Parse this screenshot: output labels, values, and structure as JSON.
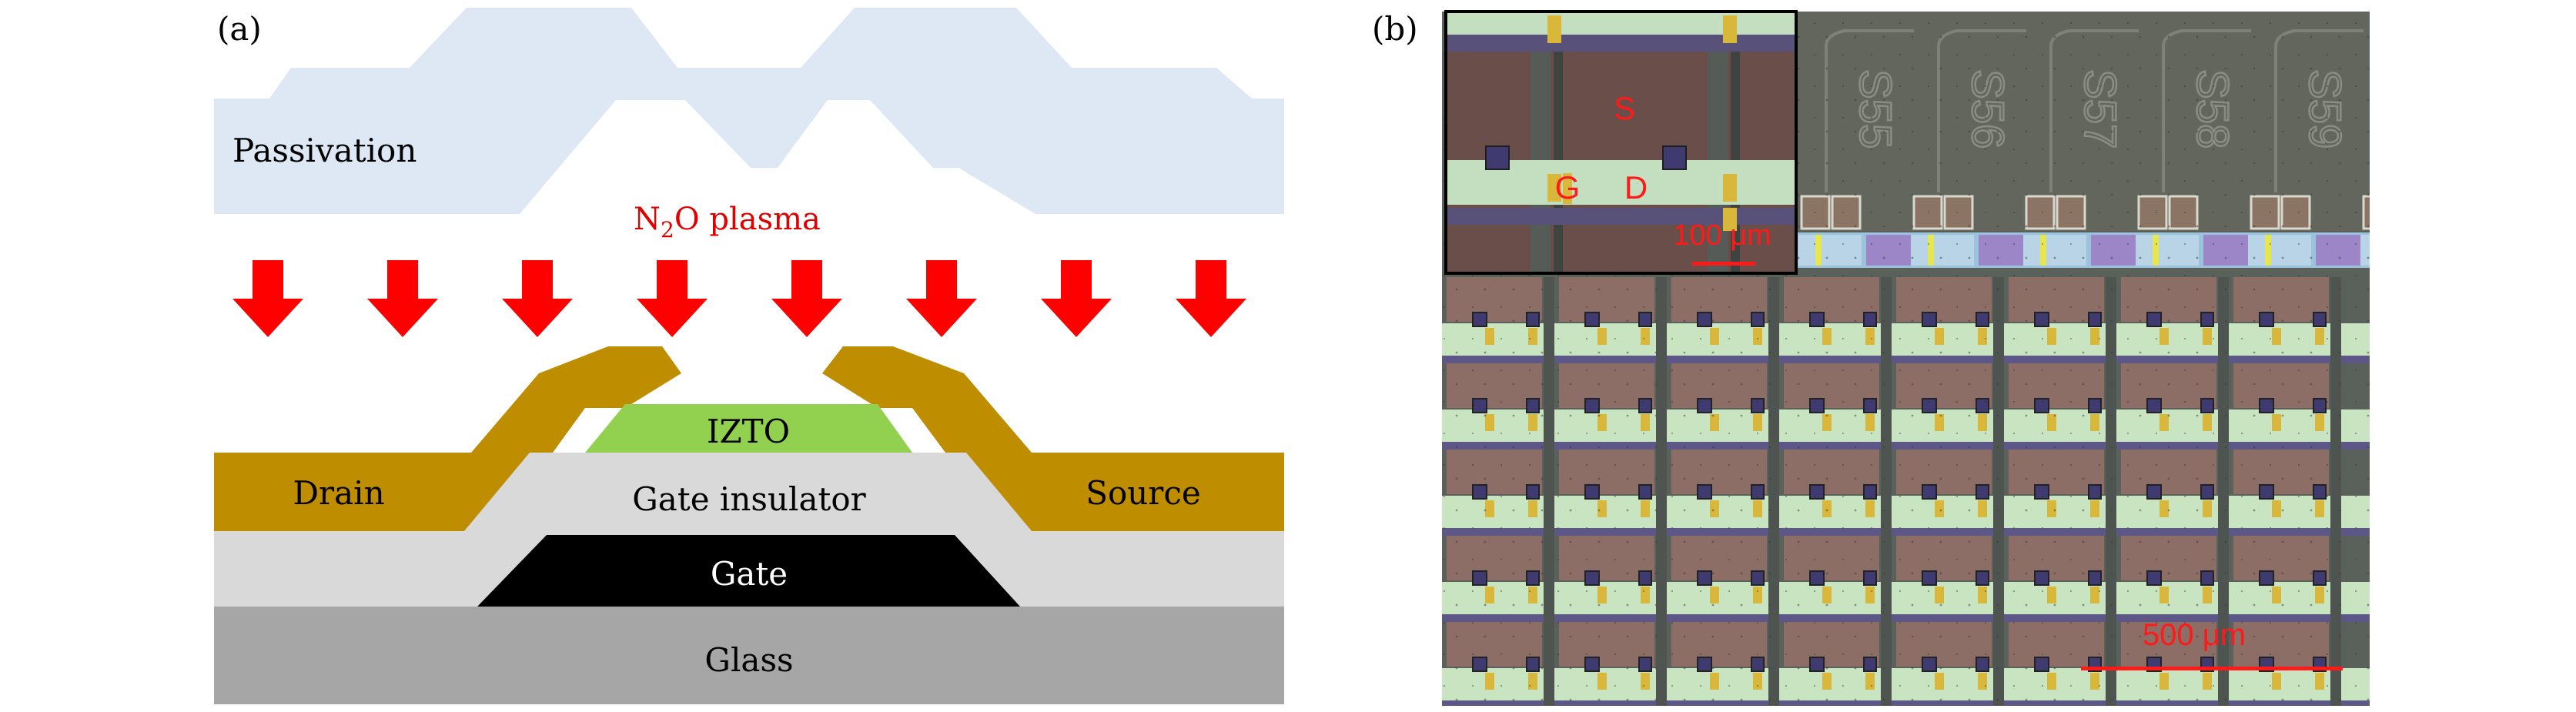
{
  "panel_a": {
    "label": "(a)",
    "layers": {
      "passivation": "Passivation",
      "drain": "Drain",
      "source": "Source",
      "izto": "IZTO",
      "gate_insulator": "Gate insulator",
      "gate": "Gate",
      "glass": "Glass"
    },
    "plasma": {
      "prefix": "N",
      "subscript": "2",
      "suffix": "O plasma"
    },
    "arrow_count": 8,
    "colors": {
      "passivation": "#dde8f4",
      "source_drain": "#bf8d00",
      "izto": "#92d050",
      "gate_insulator": "#d9d9d9",
      "gate": "#000000",
      "glass": "#a6a6a6",
      "arrow": "#ff0000",
      "plasma_text": "#e00000"
    }
  },
  "panel_b": {
    "label": "(b)",
    "scale_bar_main": "500 μm",
    "inset": {
      "label_s": "S",
      "label_g": "G",
      "label_d": "D",
      "scale_bar": "100 μm"
    },
    "pixel_numbers": [
      "S55",
      "S56",
      "S57",
      "S58",
      "S59"
    ],
    "grid": {
      "columns": 8,
      "rows": 5
    },
    "colors": {
      "pixel": "#8c6e66",
      "line": "#4e5450",
      "bus": "#c9e4c1",
      "gold": "#d9b73a",
      "scale": "#ff1a1a"
    }
  }
}
